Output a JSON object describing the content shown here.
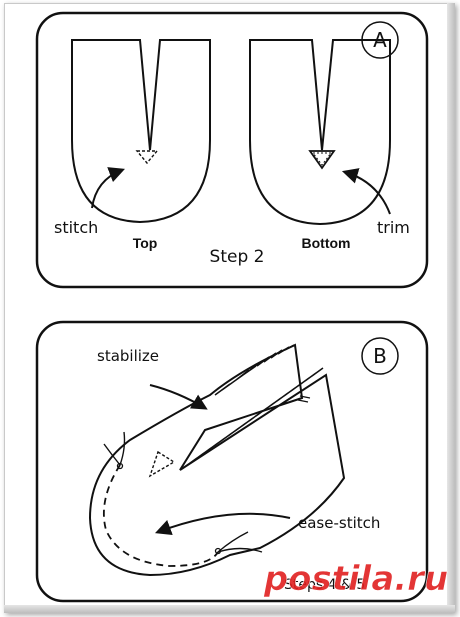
{
  "panel_a": {
    "badge": "A",
    "caption": "Step 2",
    "labels": {
      "top": "Top",
      "bottom": "Bottom",
      "stitch": "stitch",
      "trim": "trim"
    }
  },
  "panel_b": {
    "badge": "B",
    "caption": "Steps 4 & 5",
    "labels": {
      "stabilize": "stabilize",
      "ease_stitch": "ease-stitch"
    }
  },
  "watermark": {
    "text": "postila.ru",
    "color": "#e02020"
  },
  "colors": {
    "ink": "#111111",
    "frame": "#c9c9c9"
  }
}
